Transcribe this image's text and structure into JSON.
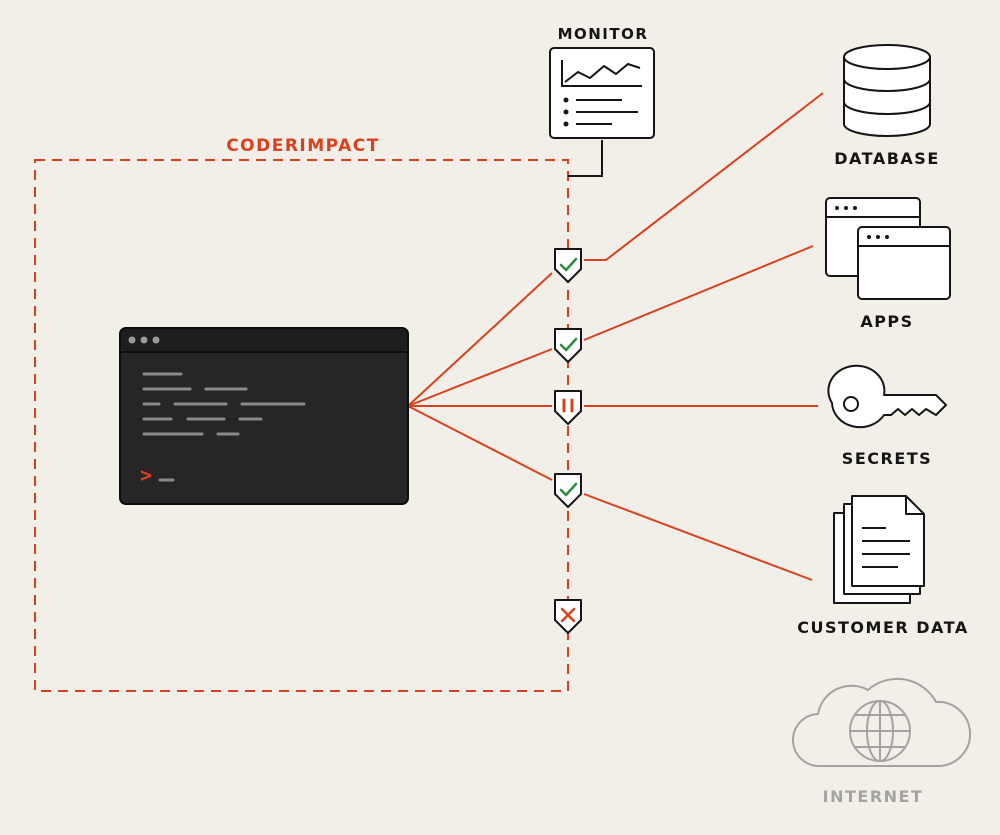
{
  "colors": {
    "background": "#f2efe8",
    "accent": "#d9411e",
    "ink": "#151515",
    "terminal_bg": "#262626",
    "code_line": "#8a8a8a",
    "check": "#2e8b3e",
    "muted": "#a3a3a3"
  },
  "boundary": {
    "label": "CODERIMPACT"
  },
  "monitor": {
    "label": "MONITOR",
    "icon": "monitor-chart-icon"
  },
  "resources": [
    {
      "label": "DATABASE",
      "icon": "database-icon",
      "gate": "allowed"
    },
    {
      "label": "APPS",
      "icon": "app-windows-icon",
      "gate": "allowed"
    },
    {
      "label": "SECRETS",
      "icon": "key-icon",
      "gate": "paused"
    },
    {
      "label": "CUSTOMER DATA",
      "icon": "documents-icon",
      "gate": "allowed"
    },
    {
      "label": "INTERNET",
      "icon": "cloud-globe-icon",
      "gate": "blocked"
    }
  ],
  "terminal": {
    "prompt_glyph": ">",
    "icon": "terminal-window-icon"
  }
}
